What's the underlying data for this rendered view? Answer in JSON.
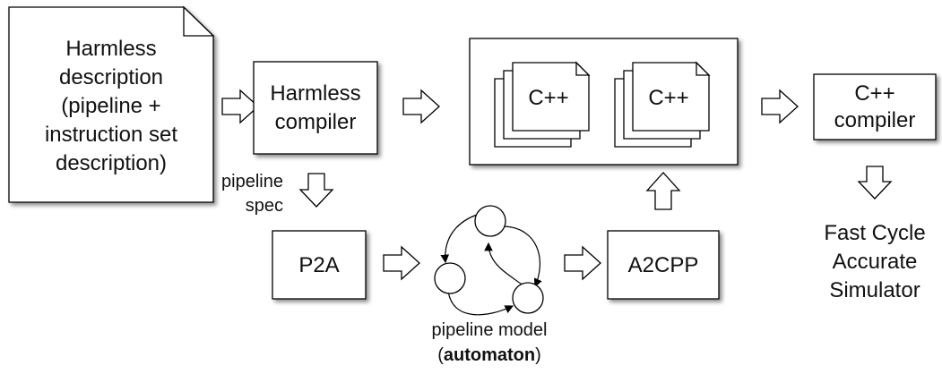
{
  "description_doc": {
    "lines": [
      "Harmless",
      "description",
      "(pipeline +",
      "instruction set",
      "description)"
    ]
  },
  "harmless_compiler": {
    "lines": [
      "Harmless",
      "compiler"
    ]
  },
  "cpp_stack_1": {
    "label": "C++"
  },
  "cpp_stack_2": {
    "label": "C++"
  },
  "cpp_compiler": {
    "lines": [
      "C++",
      "compiler"
    ]
  },
  "pipeline_spec": {
    "lines": [
      "pipeline",
      "spec"
    ]
  },
  "p2a": {
    "label": "P2A"
  },
  "a2cpp": {
    "label": "A2CPP"
  },
  "automaton": {
    "caption_line1": "pipeline model",
    "caption_open": "(",
    "caption_bold": "automaton",
    "caption_close": ")"
  },
  "simulator": {
    "lines": [
      "Fast Cycle",
      "Accurate",
      "Simulator"
    ]
  }
}
